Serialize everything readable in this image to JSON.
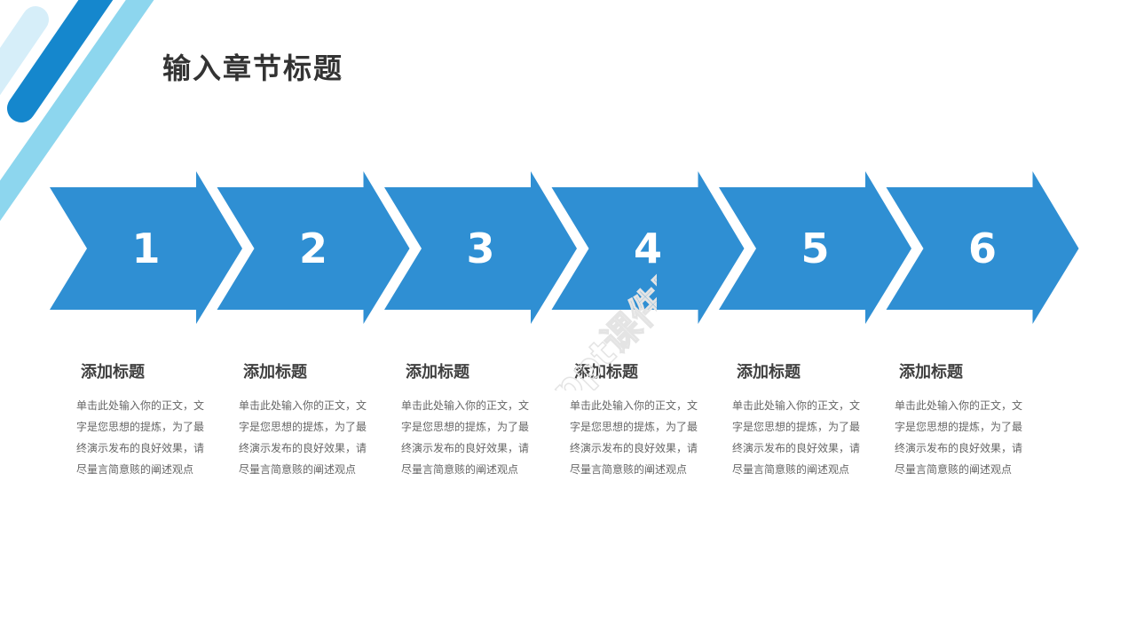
{
  "slide": {
    "title": "输入章节标题",
    "steps": [
      {
        "number": "1",
        "heading": "添加标题",
        "body": "单击此处输入你的正文，文字是您思想的提炼，为了最终演示发布的良好效果，请尽量言简意赅的阐述观点"
      },
      {
        "number": "2",
        "heading": "添加标题",
        "body": "单击此处输入你的正文，文字是您思想的提炼，为了最终演示发布的良好效果，请尽量言简意赅的阐述观点"
      },
      {
        "number": "3",
        "heading": "添加标题",
        "body": "单击此处输入你的正文，文字是您思想的提炼，为了最终演示发布的良好效果，请尽量言简意赅的阐述观点"
      },
      {
        "number": "4",
        "heading": "添加标题",
        "body": "单击此处输入你的正文，文字是您思想的提炼，为了最终演示发布的良好效果，请尽量言简意赅的阐述观点"
      },
      {
        "number": "5",
        "heading": "添加标题",
        "body": "单击此处输入你的正文，文字是您思想的提炼，为了最终演示发布的良好效果，请尽量言简意赅的阐述观点"
      },
      {
        "number": "6",
        "heading": "添加标题",
        "body": "单击此处输入你的正文，文字是您思想的提炼，为了最终演示发布的良好效果，请尽量言简意赅的阐述观点"
      }
    ],
    "watermark": "ppt课件网"
  },
  "colors": {
    "arrow": "#2f8fd3",
    "deco_dark": "#1587cd",
    "deco_light": "#8dd6ee",
    "deco_pale": "#d6eef9",
    "title": "#333333",
    "heading": "#404040",
    "body": "#666666"
  }
}
